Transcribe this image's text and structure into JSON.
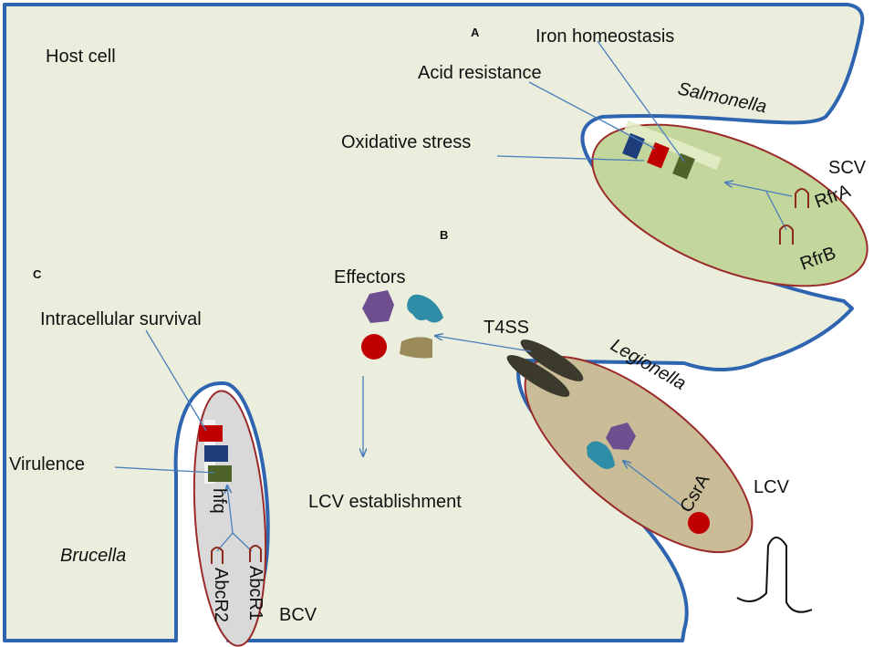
{
  "host": {
    "label": "Host cell"
  },
  "panels": {
    "a": "A",
    "b": "B",
    "c": "C"
  },
  "salmonella": {
    "name": "Salmonella",
    "vacuole": "SCV",
    "labels": {
      "iron": "Iron homeostasis",
      "acid": "Acid resistance",
      "oxidative": "Oxidative stress"
    },
    "srnas": [
      "RfrA",
      "RfrB"
    ]
  },
  "legionella": {
    "name": "Legionella",
    "vacuole": "LCV",
    "secretion": "T4SS",
    "effectors": "Effectors",
    "outcome": "LCV establishment",
    "regulator": "CsrA"
  },
  "brucella": {
    "name": "Brucella",
    "vacuole": "BCV",
    "labels": {
      "survival": "Intracellular survival",
      "virulence": "Virulence"
    },
    "chaperone": "hfq",
    "srnas": [
      "AbcR1",
      "AbcR2"
    ]
  },
  "colors": {
    "host_fill": "#ebeedd",
    "membrane": "#2e64b0",
    "scv_fill": "#c3d69b",
    "lcv_fill": "#c9bc96",
    "bcv_fill": "#d9d9d9",
    "vacuole_edge": "#9b2b2b",
    "arrow": "#4a7ebb",
    "gene_red": "#c00000",
    "gene_blue": "#1f3d7a",
    "gene_green": "#4f6228",
    "effector_purple": "#6f4e8f",
    "effector_teal": "#2e8ca6",
    "effector_red": "#c00000",
    "effector_olive": "#9c8b5a",
    "pilus": "#3b3a2c"
  }
}
